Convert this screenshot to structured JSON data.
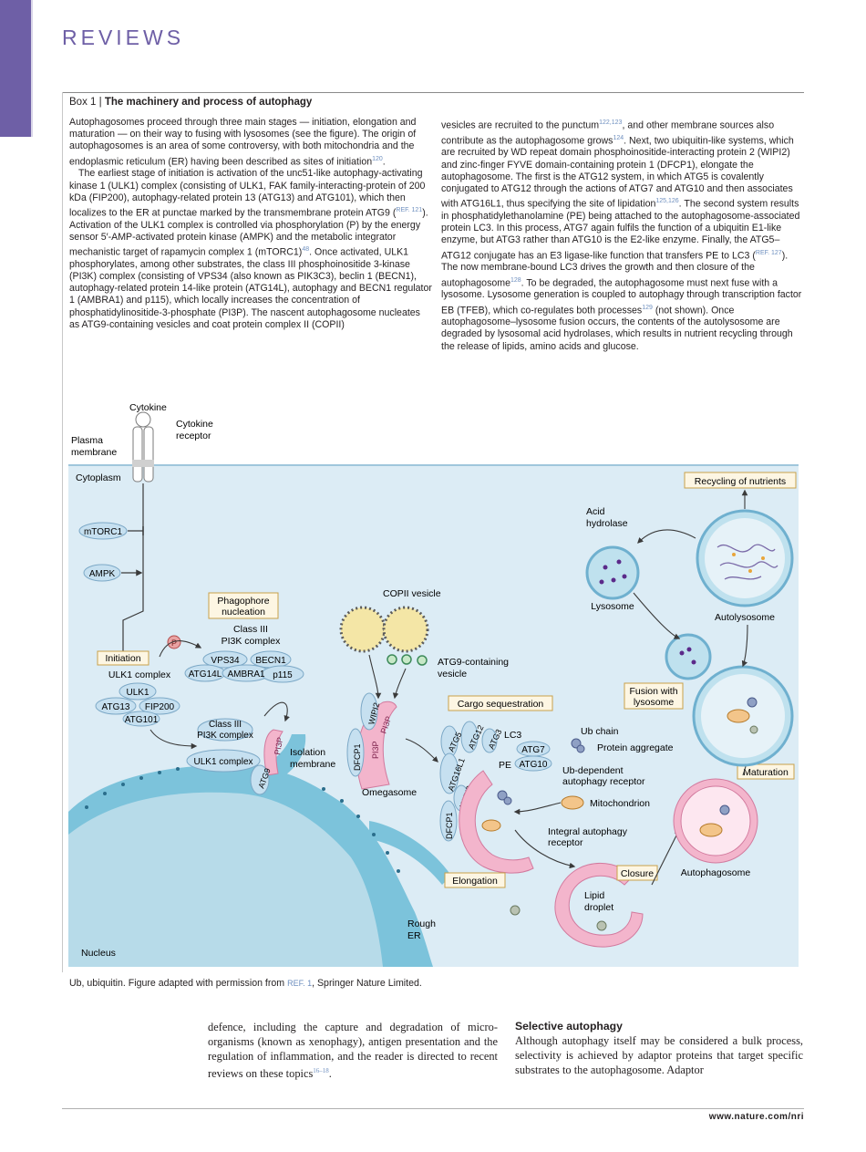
{
  "header": {
    "section": "REVIEWS"
  },
  "box": {
    "label": "Box 1",
    "separator": "|",
    "title": "The machinery and process of autophagy"
  },
  "left_col": {
    "p1": "Autophagosomes proceed through three main stages — initiation, elongation and maturation — on their way to fusing with lysosomes (see the figure). The origin of autophagosomes is an area of some controversy, with both mitochondria and the endoplasmic reticulum (ER) having been described as sites of initiation",
    "p1_ref": "120",
    "p1_end": ".",
    "p2a": "The earliest stage of initiation is activation of the unc51-like autophagy-activating kinase 1 (ULK1) complex (consisting of ULK1, FAK family-interacting-protein of 200 kDa (FIP200), autophagy-related protein 13 (ATG13) and ATG101), which then localizes to the ER at punctae marked by the transmembrane protein ATG9 (",
    "p2_ref1": "REF. 121",
    "p2b": "). Activation of the ULK1 complex is controlled via phosphorylation (P) by the energy sensor 5′-AMP-activated protein kinase (AMPK) and the metabolic integrator mechanistic target of rapamycin complex 1 (mTORC1)",
    "p2_ref2": "48",
    "p2c": ". Once activated, ULK1 phosphorylates, among other substrates, the class III phosphoinositide 3-kinase (PI3K) complex (consisting of VPS34 (also known as PIK3C3), beclin 1 (BECN1), autophagy-related protein 14-like protein (ATG14L), autophagy and BECN1 regulator 1 (AMBRA1) and p115), which locally increases the concentration of phosphatidylinositide-3-phosphate (PI3P). The nascent autophagosome nucleates as ATG9-containing vesicles and coat protein complex II (COPII)"
  },
  "right_col": {
    "a": "vesicles are recruited to the punctum",
    "ref1": "122,123",
    "b": ", and other membrane sources also contribute as the autophagosome grows",
    "ref2": "124",
    "c": ". Next, two ubiquitin-like systems, which are recruited by WD repeat domain phosphoinositide-interacting protein 2 (WIPI2) and zinc-finger FYVE domain-containing protein 1 (DFCP1), elongate the autophagosome. The first is the ATG12 system, in which ATG5 is covalently conjugated to ATG12 through the actions of ATG7 and ATG10 and then associates with ATG16L1, thus specifying the site of lipidation",
    "ref3": "125,126",
    "d": ". The second system results in phosphatidylethanolamine (PE) being attached to the autophagosome-associated protein LC3. In this process, ATG7 again fulfils the function of a ubiquitin E1-like enzyme, but ATG3 rather than ATG10 is the E2-like enzyme. Finally, the ATG5–ATG12 conjugate has an E3 ligase-like function that transfers PE to LC3 (",
    "ref4": "REF. 127",
    "e": "). The now membrane-bound LC3 drives the growth and then closure of the autophagosome",
    "ref5": "128",
    "f": ". To be degraded, the autophagosome must next fuse with a lysosome. Lysosome generation is coupled to autophagy through transcription factor EB (TFEB), which co-regulates both processes",
    "ref6": "129",
    "g": " (not shown). Once autophagosome–lysosome fusion occurs, the contents of the autolysosome are degraded by lysosomal acid hydrolases, which results in nutrient recycling through the release of lipids, amino acids and glucose."
  },
  "figure": {
    "cytokine": "Cytokine",
    "cytokine_receptor_1": "Cytokine",
    "cytokine_receptor_2": "receptor",
    "plasma_membrane_1": "Plasma",
    "plasma_membrane_2": "membrane",
    "cytoplasm": "Cytoplasm",
    "mtorc1": "mTORC1",
    "ampk": "AMPK",
    "phagophore_nucleation_1": "Phagophore",
    "phagophore_nucleation_2": "nucleation",
    "class3_label_1": "Class III",
    "class3_label_2": "PI3K complex",
    "p_label": "P",
    "vps34": "VPS34",
    "becn1": "BECN1",
    "atg14l": "ATG14L",
    "ambra1": "AMBRA1",
    "p115": "p115",
    "initiation": "Initiation",
    "ulk1_complex_label": "ULK1 complex",
    "ulk1": "ULK1",
    "atg13": "ATG13",
    "fip200": "FIP200",
    "atg101": "ATG101",
    "class3_small_1": "Class III",
    "class3_small_2": "PI3K complex",
    "ulk1_complex_small": "ULK1 complex",
    "pi3p": "PI3P",
    "atg9": "ATG9",
    "isolation_membrane_1": "Isolation",
    "isolation_membrane_2": "membrane",
    "copii_vesicle": "COPII vesicle",
    "atg9_vesicle_1": "ATG9-containing",
    "atg9_vesicle_2": "vesicle",
    "wipi2": "WIPI2",
    "dfcp1": "DFCP1",
    "omegasome": "Omegasome",
    "cargo_sequestration": "Cargo sequestration",
    "atg5": "ATG5",
    "atg12": "ATG12",
    "atg3": "ATG3",
    "lc3": "LC3",
    "atg7": "ATG7",
    "atg10": "ATG10",
    "pe": "PE",
    "atg16l1": "ATG16L1",
    "ub_chain": "Ub chain",
    "protein_aggregate": "Protein aggregate",
    "ub_receptor_1": "Ub-dependent",
    "ub_receptor_2": "autophagy receptor",
    "mitochondrion": "Mitochondrion",
    "integral_receptor_1": "Integral autophagy",
    "integral_receptor_2": "receptor",
    "elongation": "Elongation",
    "closure": "Closure",
    "lipid_droplet_1": "Lipid",
    "lipid_droplet_2": "droplet",
    "autophagosome": "Autophagosome",
    "maturation": "Maturation",
    "fusion_1": "Fusion with",
    "fusion_2": "lysosome",
    "lysosome": "Lysosome",
    "acid_hydrolase_1": "Acid",
    "acid_hydrolase_2": "hydrolase",
    "autolysosome": "Autolysosome",
    "recycling": "Recycling of nutrients",
    "rough_er_1": "Rough",
    "rough_er_2": "ER",
    "nucleus": "Nucleus",
    "colors": {
      "cytoplasm": "#dcecf5",
      "er": "#7cc3db",
      "membrane": "#f3b5cc",
      "label_border": "#c9a14a"
    }
  },
  "caption": {
    "a": "Ub, ubiquitin. Figure adapted with permission from ",
    "ref": "REF. 1",
    "b": ", Springer Nature Limited."
  },
  "body_left": {
    "a": "defence, including the capture and degradation of micro-organisms (known as xenophagy), antigen presentation and the regulation of inflammation, and the reader is directed to recent reviews on these topics",
    "ref": "16–18",
    "b": "."
  },
  "body_right": {
    "heading": "Selective autophagy",
    "text": "Although autophagy itself may be considered a bulk process, selectivity is achieved by adaptor proteins that target specific substrates to the autophagosome. Adaptor"
  },
  "footer": {
    "url": "www.nature.com/nri"
  }
}
